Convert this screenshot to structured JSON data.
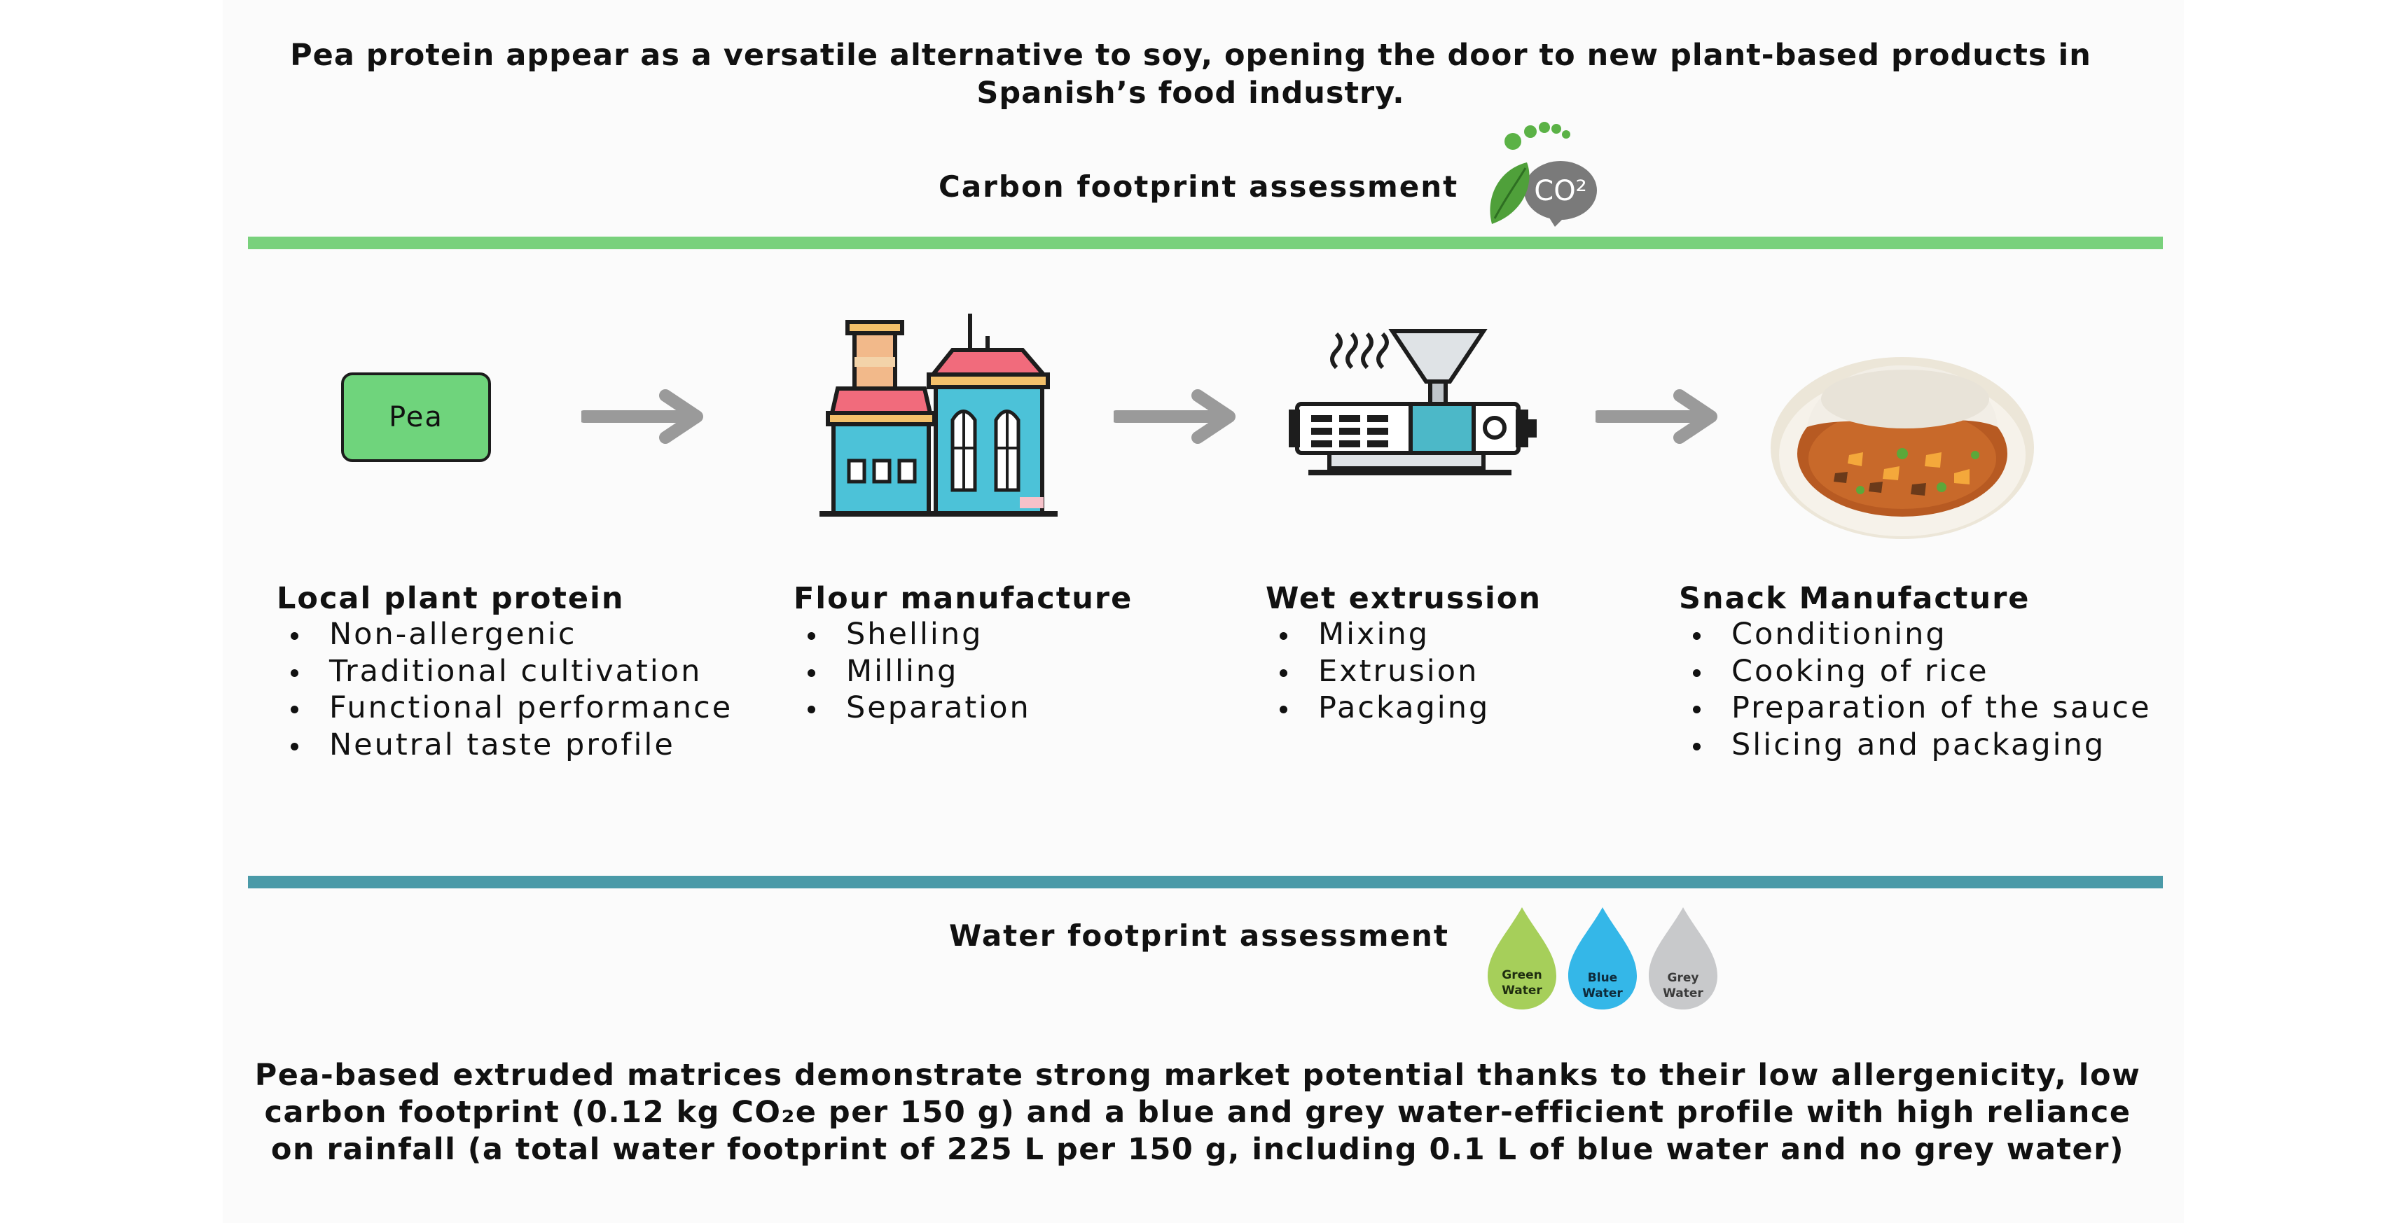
{
  "headline": "Pea protein appear as a versatile alternative to soy, opening the door to new plant-based products in Spanish’s food industry.",
  "carbon": {
    "title": "Carbon footprint assessment",
    "icon_label": "CO²",
    "rule_color": "#79d17c"
  },
  "pea_box": {
    "label": "Pea"
  },
  "stages": [
    {
      "title": "Local plant protein",
      "items": [
        "Non-allergenic",
        "Traditional cultivation",
        "Functional performance",
        "Neutral taste profile"
      ]
    },
    {
      "title": "Flour manufacture",
      "items": [
        "Shelling",
        "Milling",
        "Separation"
      ]
    },
    {
      "title": "Wet extrussion",
      "items": [
        "Mixing",
        "Extrusion",
        "Packaging"
      ]
    },
    {
      "title": "Snack Manufacture",
      "items": [
        "Conditioning",
        "Cooking of rice",
        "Preparation of the sauce",
        "Slicing and packaging"
      ]
    }
  ],
  "icons": [
    "factory-icon",
    "extruder-machine-icon",
    "curry-rice-bowl-icon",
    "arrow-right-icon",
    "footprint-co2-icon",
    "water-drop-icon"
  ],
  "water": {
    "title": "Water footprint assessment",
    "rule_color": "#4a9aa8",
    "drops": [
      {
        "line1": "Green",
        "line2": "Water",
        "color": "#a6cf5a"
      },
      {
        "line1": "Blue",
        "line2": "Water",
        "color": "#34b7e8"
      },
      {
        "line1": "Grey",
        "line2": "Water",
        "color": "#c8c9cb"
      }
    ]
  },
  "conclusion": "Pea-based extruded matrices demonstrate strong market potential thanks to their low allergenicity, low carbon footprint (0.12 kg CO₂e per 150 g) and a blue and grey water-efficient profile with high reliance on rainfall (a total water footprint of 225 L per 150 g, including 0.1 L of blue water and no grey water)"
}
